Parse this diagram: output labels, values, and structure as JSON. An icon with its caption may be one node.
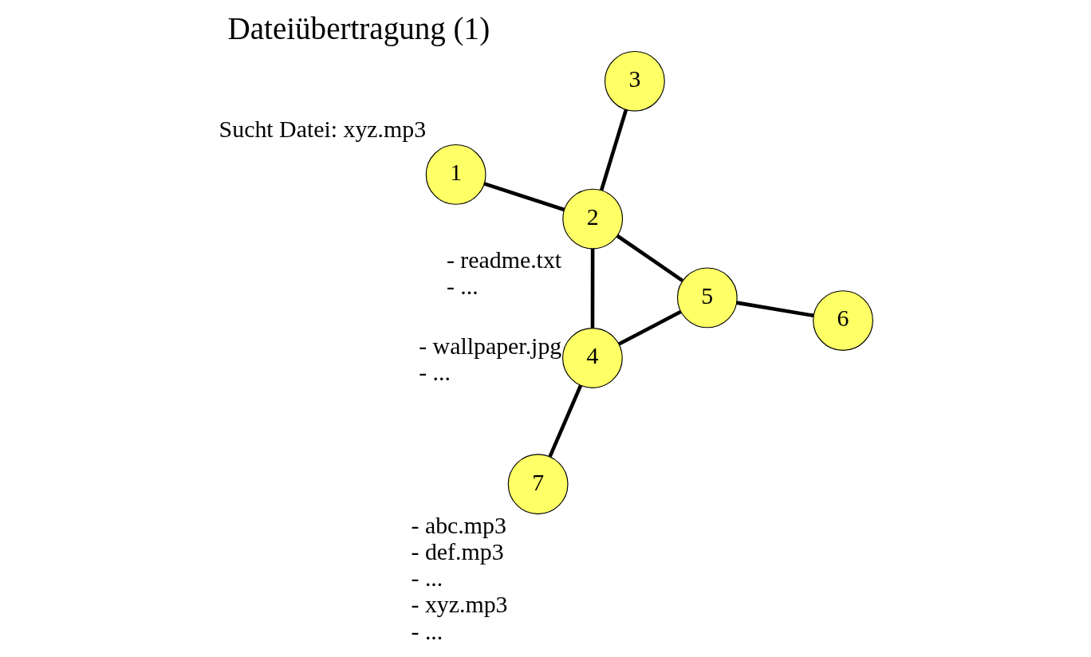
{
  "diagram": {
    "title": "Dateiübertragung (1)",
    "nodes": [
      {
        "text": [
          "1"
        ],
        "beside": [
          "Sucht Datei: xyz.mp3"
        ]
      },
      {
        "text": [
          "2"
        ],
        "beside": [
          "- readme.txt",
          "- ..."
        ]
      },
      {
        "text": [
          "5"
        ]
      },
      {
        "text": [
          "6"
        ]
      },
      {
        "text": [
          "3"
        ]
      },
      {
        "text": [
          "4"
        ],
        "beside": [
          "- wallpaper.jpg",
          "- ..."
        ]
      },
      {
        "text": [
          "7"
        ],
        "beside": [
          "- abc.mp3",
          "- def.mp3",
          "- ...",
          "- xyz.mp3",
          "- ..."
        ]
      }
    ],
    "edges": [
      {
        "from": 0,
        "to": 1,
        "arrow": "none"
      },
      {
        "from": 1,
        "to": 2,
        "arrow": "none"
      },
      {
        "from": 2,
        "to": 3,
        "arrow": "none"
      },
      {
        "from": 1,
        "to": 4,
        "arrow": "none"
      },
      {
        "from": 1,
        "to": 5,
        "arrow": "none"
      },
      {
        "from": 2,
        "to": 5,
        "arrow": "none"
      },
      {
        "from": 5,
        "to": 6,
        "arrow": "none"
      }
    ]
  }
}
